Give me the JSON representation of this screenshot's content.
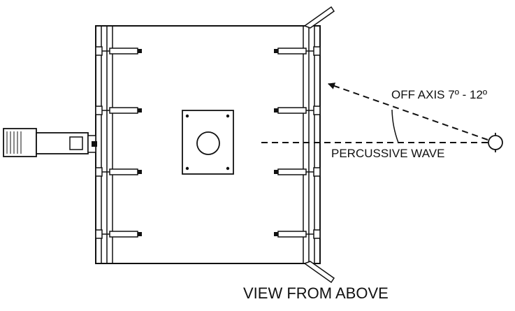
{
  "labels": {
    "off_axis": "OFF AXIS 7º - 12º",
    "percussive_wave": "PERCUSSIVE WAVE",
    "view_from_above": "VIEW FROM ABOVE"
  },
  "colors": {
    "stroke": "#111111",
    "fill": "#ffffff"
  }
}
